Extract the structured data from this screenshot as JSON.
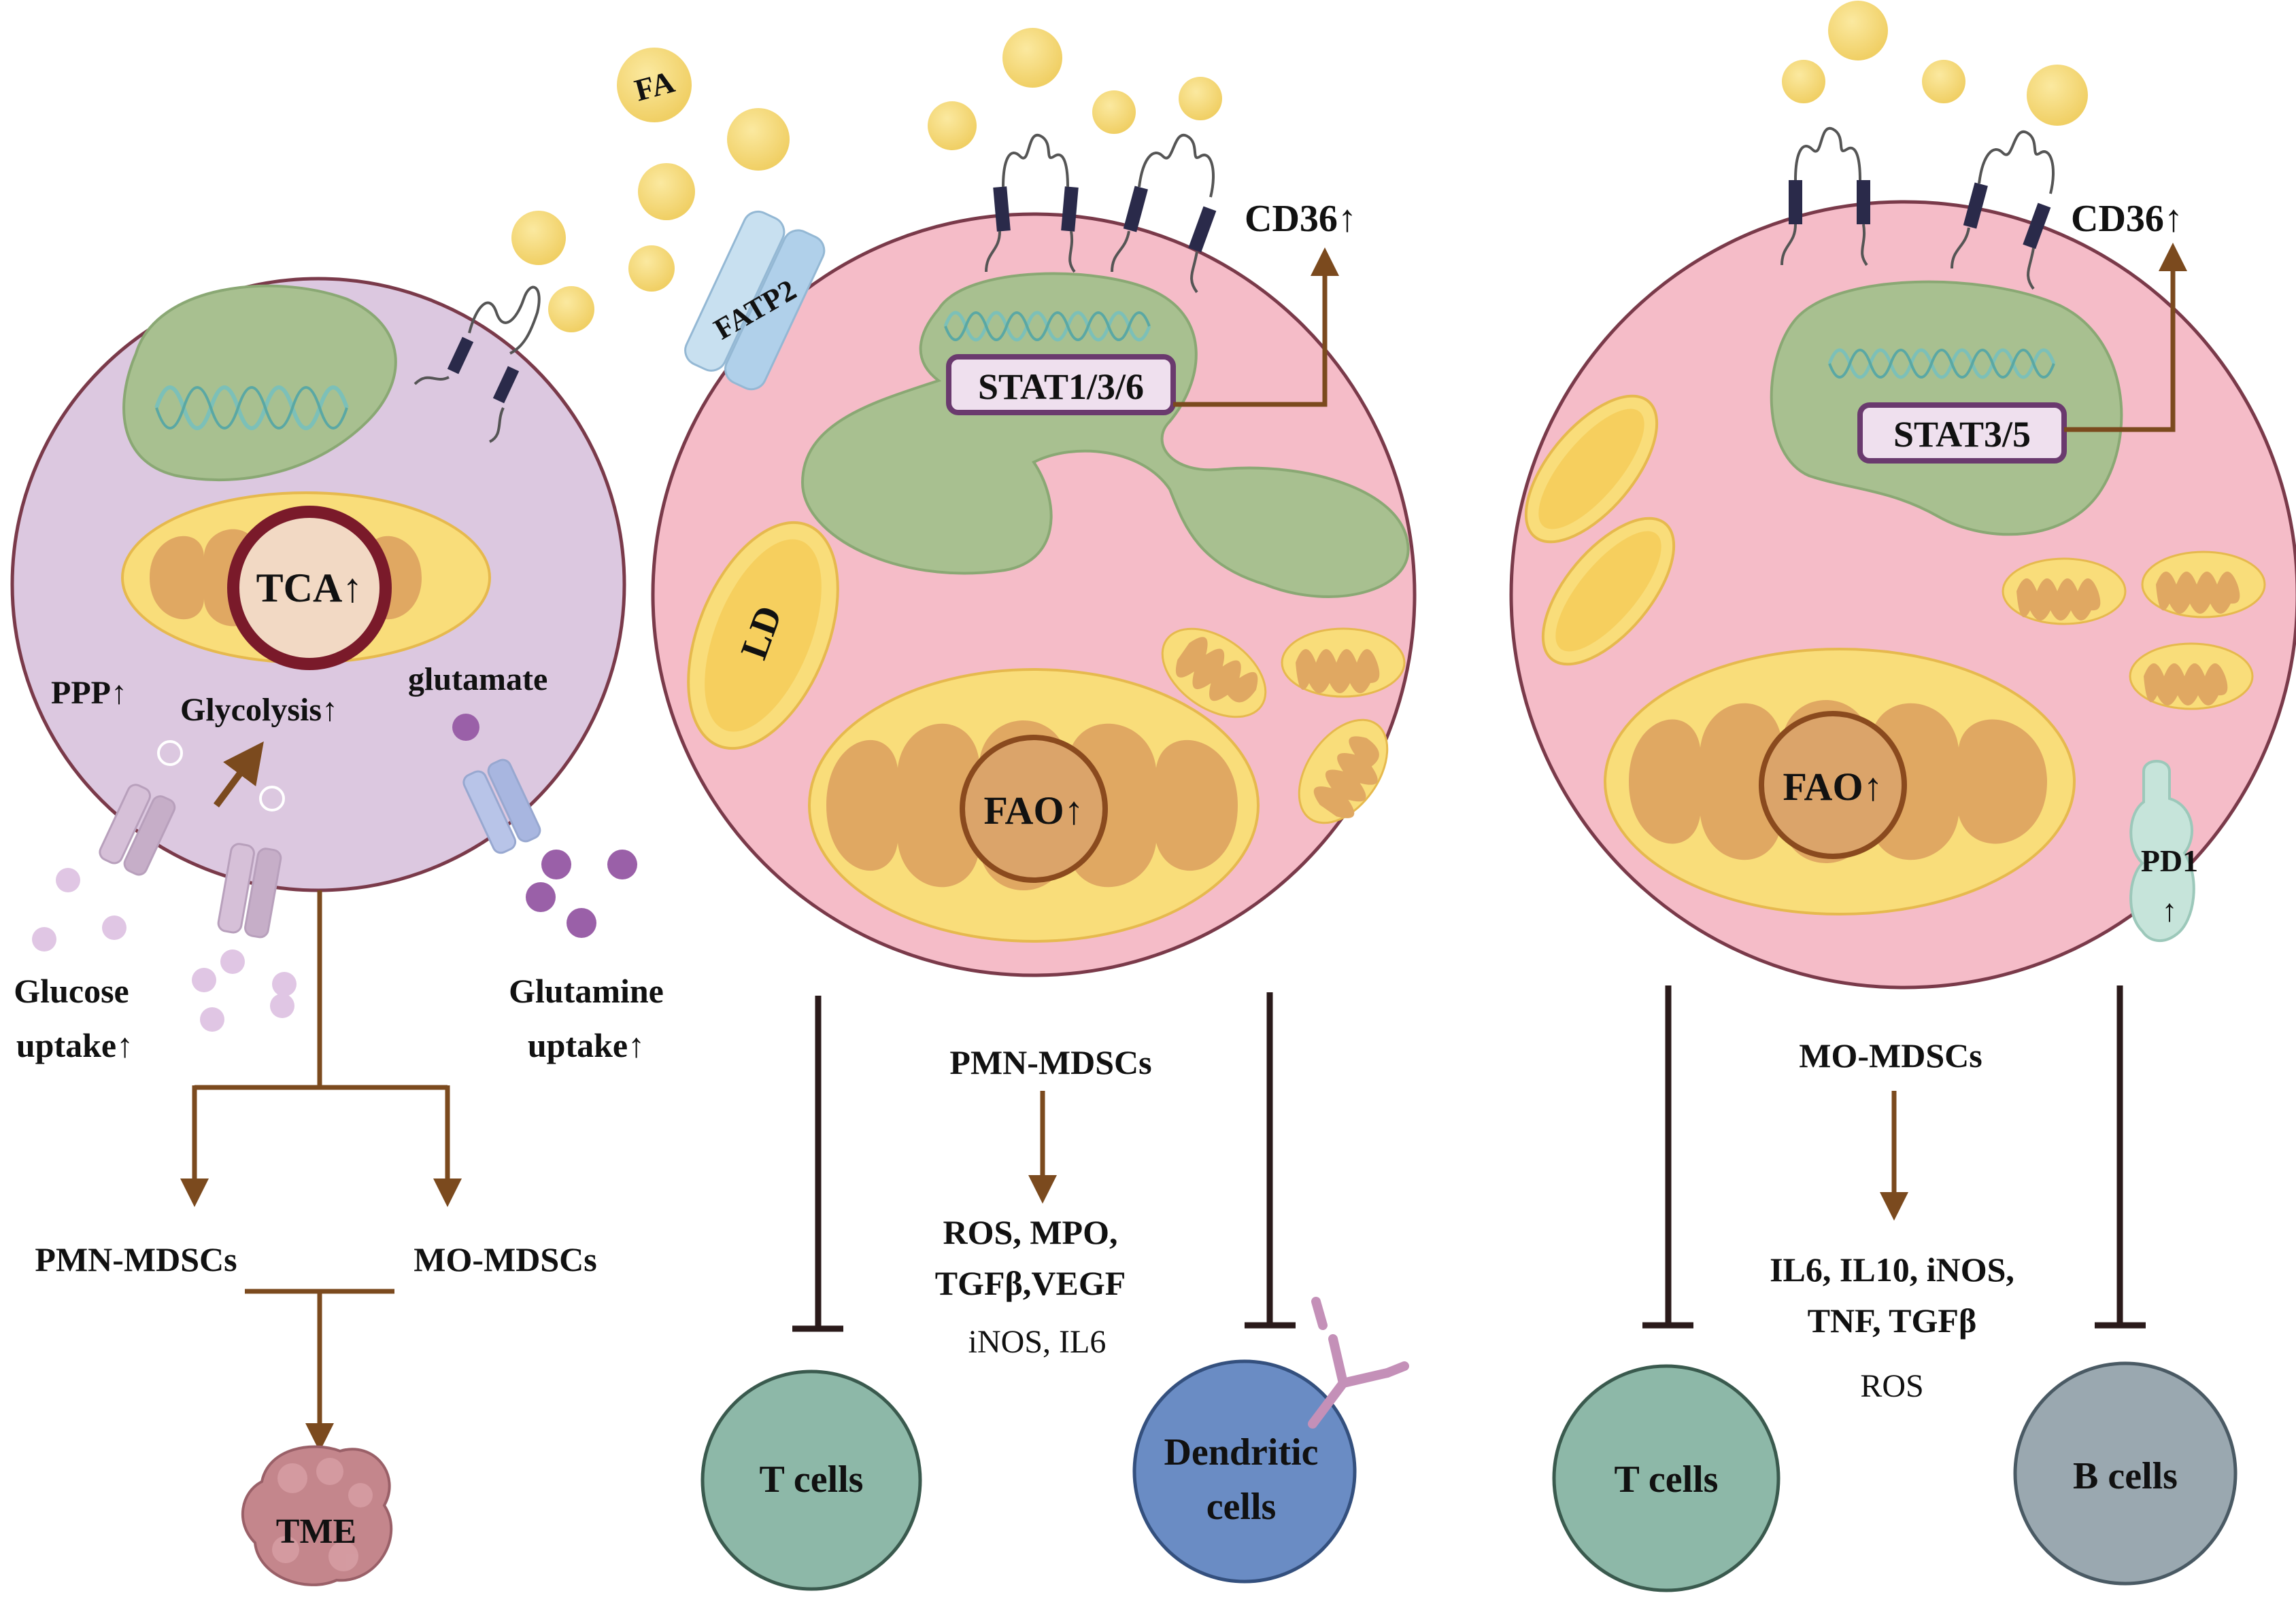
{
  "labels": {
    "fa": "FA",
    "fatp2": "FATP2",
    "tca": "TCA↑",
    "ppp": "PPP↑",
    "glycolysis": "Glycolysis↑",
    "glutamate": "glutamate",
    "glucose_line1": "Glucose",
    "glucose_line2": "uptake↑",
    "glutamine_line1": "Glutamine",
    "glutamine_line2": "uptake↑",
    "left_pmn": "PMN-MDSCs",
    "left_mo": "MO-MDSCs",
    "tme": "TME",
    "cd36_mid": "CD36↑",
    "stat_mid": "STAT1/3/6",
    "ld": "LD",
    "fao_mid": "FAO↑",
    "mid_title": "PMN-MDSCs",
    "mid_out_line1": "ROS, MPO,",
    "mid_out_line2": "TGFβ,VEGF",
    "mid_out_line3": "iNOS, IL6",
    "tcells_mid": "T cells",
    "dendritic_line1": "Dendritic",
    "dendritic_line2": "cells",
    "cd36_right": "CD36↑",
    "stat_right": "STAT3/5",
    "fao_right": "FAO↑",
    "pd1": "PD1",
    "pd1_arrow": "↑",
    "right_title": "MO-MDSCs",
    "right_out_line1": "IL6, IL10, iNOS,",
    "right_out_line2": "TNF, TGFβ",
    "right_out_line3": "ROS",
    "tcells_right": "T cells",
    "bcells": "B cells"
  },
  "colors": {
    "left_cell": "#dcc8e0",
    "pink_cell": "#f5bcc8",
    "nucleus": "#a8c090",
    "mito_outer": "#f9dd7a",
    "mito_inner": "#e0a862",
    "arrow_brown": "#7b4a1e",
    "inhibit_dark": "#2a1a1a",
    "tcell": "#8db8a8",
    "dendritic": "#6a8cc4",
    "bcell": "#9aa8b0",
    "fa_dot": "#f6dc82"
  }
}
